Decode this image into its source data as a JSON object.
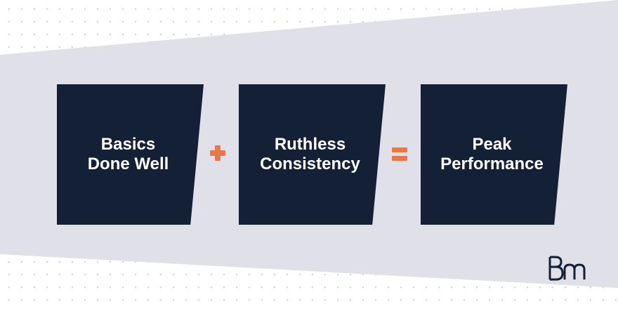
{
  "cards": [
    {
      "label": "Basics\nDone Well"
    },
    {
      "label": "Ruthless\nConsistency"
    },
    {
      "label": "Peak\nPerformance"
    }
  ],
  "operators": {
    "first": "plus-icon",
    "second": "equals-icon"
  },
  "logo": {
    "text": "BM",
    "icon": "bm-logo-icon"
  },
  "colors": {
    "card_background": "#132035",
    "band_background": "#e0e0e8",
    "accent": "#e8784a",
    "card_text": "#ffffff",
    "logo": "#132035"
  }
}
